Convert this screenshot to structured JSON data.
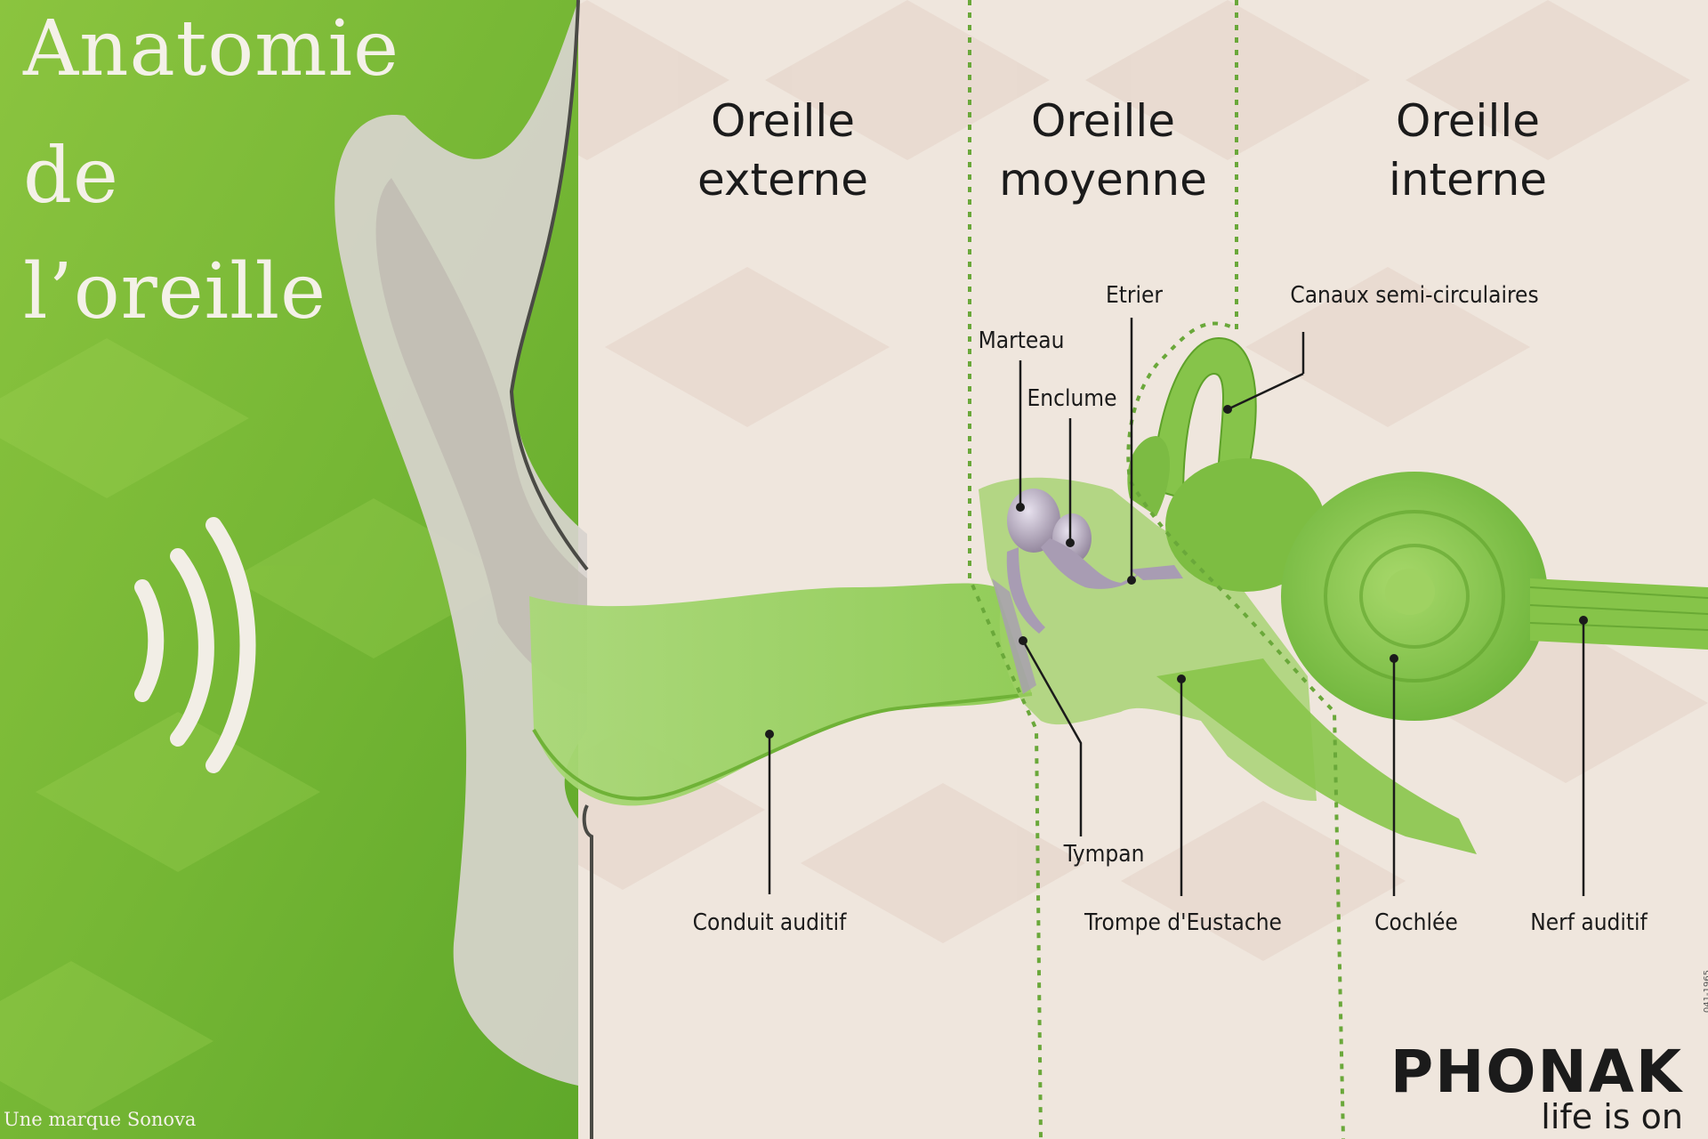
{
  "title": {
    "line1": "Anatomie",
    "line2": "de",
    "line3": "l’oreille"
  },
  "sections": {
    "externe": {
      "line1": "Oreille",
      "line2": "externe"
    },
    "moyenne": {
      "line1": "Oreille",
      "line2": "moyenne"
    },
    "interne": {
      "line1": "Oreille",
      "line2": "interne"
    }
  },
  "labels": {
    "etrier": "Etrier",
    "canaux": "Canaux semi-circulaires",
    "marteau": "Marteau",
    "enclume": "Enclume",
    "tympan": "Tympan",
    "conduit": "Conduit auditif",
    "trompe": "Trompe d'Eustache",
    "cochlee": "Cochlée",
    "nerf": "Nerf auditif"
  },
  "brand": {
    "sonova": "Une marque Sonova",
    "logo": "PHONAK",
    "tagline": "life is on",
    "serial": "041-1965"
  },
  "colors": {
    "green": "#7cc242",
    "dark_green": "#3f8f1f",
    "light_green": "#b6dc86",
    "background": "#efe6dd",
    "ossicle": "#b8abbf",
    "text": "#1b1b1b"
  }
}
